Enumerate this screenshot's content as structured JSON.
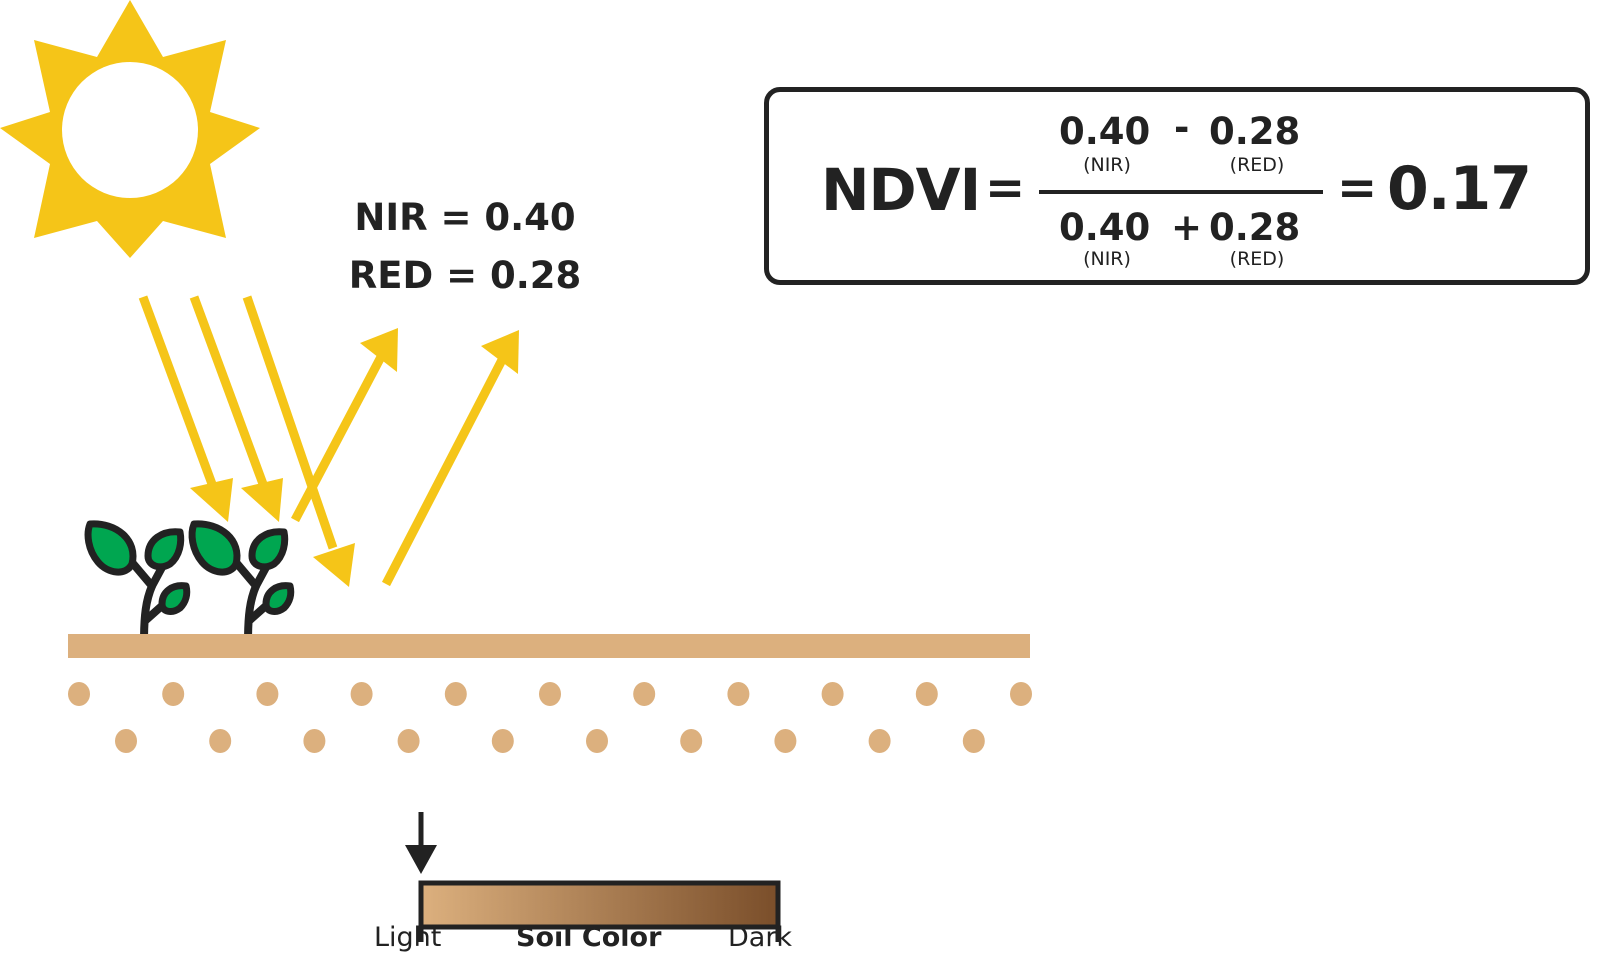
{
  "readouts": {
    "nir": "NIR = 0.40",
    "red": "RED = 0.28"
  },
  "formula": {
    "label": "NDVI",
    "equals": "=",
    "numerator": {
      "nir_value": "0.40",
      "operator": "-",
      "red_value": "0.28",
      "nir_tag": "(NIR)",
      "red_tag": "(RED)"
    },
    "denominator": {
      "nir_value": "0.40",
      "operator": "+",
      "red_value": "0.28",
      "nir_tag": "(NIR)",
      "red_tag": "(RED)"
    },
    "result": "0.17"
  },
  "soil_scale": {
    "title": "Soil Color",
    "min_label": "Light",
    "max_label": "Dark",
    "indicator_position": 0.0,
    "gradient_start": "#dcb07e",
    "gradient_end": "#7a4e2a"
  },
  "colors": {
    "sun": "#f5c518",
    "rays": "#f5c518",
    "leaf": "#00a650",
    "outline": "#222222",
    "soil": "#dcb07e"
  },
  "icons": [
    "sun-icon",
    "plant-icon",
    "plant-icon",
    "incoming-ray-arrow",
    "reflected-ray-arrow",
    "soil-indicator-arrow"
  ]
}
